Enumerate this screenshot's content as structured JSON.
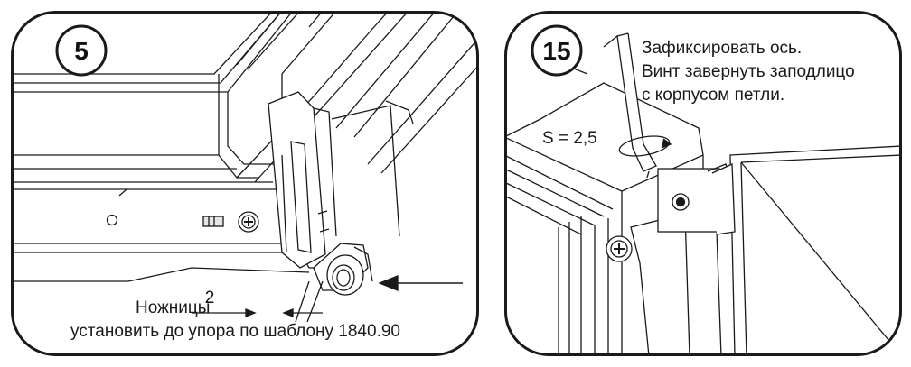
{
  "steps": [
    {
      "number": "5",
      "dimension": "2",
      "labels": {
        "line1": "Ножницы",
        "line2": "установить до упора по шаблону 1840.90"
      }
    },
    {
      "number": "15",
      "wrench_size": "S = 2,5",
      "instructions": {
        "line1": "Зафиксировать ось.",
        "line2": "Винт завернуть заподлицо",
        "line3": "с корпусом петли."
      }
    }
  ],
  "colors": {
    "stroke": "#1a1a1a",
    "fill": "#ffffff",
    "shade": "#e6e6e6"
  }
}
